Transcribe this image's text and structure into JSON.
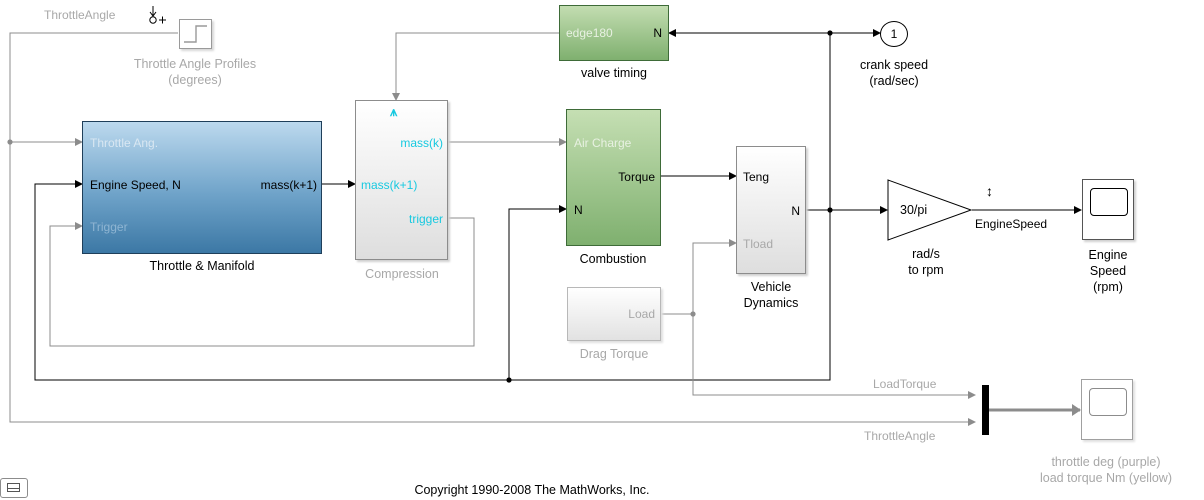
{
  "signals": {
    "throttle_angle_top": "ThrottleAngle",
    "load_torque": "LoadTorque",
    "throttle_angle_bottom": "ThrottleAngle",
    "engine_speed": "EngineSpeed"
  },
  "blocks": {
    "throttle_profiles": {
      "label_line1": "Throttle Angle Profiles",
      "label_line2": "(degrees)"
    },
    "valve_timing": {
      "port_in": "edge180",
      "port_out": "N",
      "label": "valve timing"
    },
    "crank_speed": {
      "number": "1",
      "label_line1": "crank speed",
      "label_line2": "(rad/sec)"
    },
    "throttle_manifold": {
      "port_throttle": "Throttle Ang.",
      "port_speed": "Engine Speed, N",
      "port_trigger": "Trigger",
      "port_mass": "mass(k+1)",
      "label": "Throttle & Manifold"
    },
    "compression": {
      "trigger_symbol": "⩚",
      "port_mass_k": "mass(k)",
      "port_mass_k1": "mass(k+1)",
      "port_trigger": "trigger",
      "label": "Compression"
    },
    "combustion": {
      "port_air": "Air Charge",
      "port_torque": "Torque",
      "port_n": "N",
      "label": "Combustion"
    },
    "vehicle_dynamics": {
      "port_teng": "Teng",
      "port_tload": "Tload",
      "port_n": "N",
      "label_line1": "Vehicle",
      "label_line2": "Dynamics"
    },
    "drag_torque": {
      "port_load": "Load",
      "label": "Drag Torque"
    },
    "gain": {
      "value": "30/pi",
      "label_line1": "rad/s",
      "label_line2": "to rpm"
    },
    "engine_scope": {
      "label_line1": "Engine",
      "label_line2": "Speed",
      "label_line3": "(rpm)"
    },
    "throttle_scope": {
      "label_line1": "throttle deg (purple)",
      "label_line2": "load torque Nm (yellow)"
    }
  },
  "footer": {
    "copyright": "Copyright 1990-2008 The MathWorks, Inc."
  }
}
